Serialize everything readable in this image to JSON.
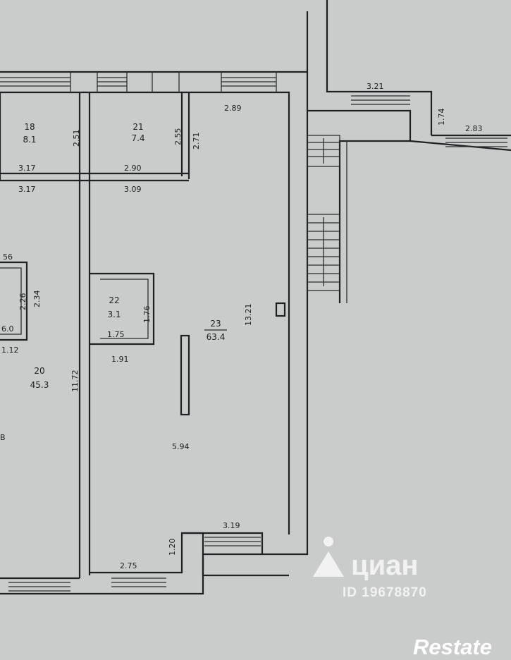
{
  "dimensions": {
    "top_window_right": "2.89",
    "right_top_window": "3.21",
    "right_side_small": "1.74",
    "right_far_window": "2.83",
    "room18_width": "2.51",
    "room21_width_a": "2.55",
    "room21_width_b": "2.71",
    "left_bottom_a": "3.17",
    "left_bottom_b": "3.17",
    "room21_bottom_a": "2.90",
    "room21_bottom_b": "3.09",
    "cut_56": "56",
    "closet_a": "2.26",
    "closet_b": "2.34",
    "closet_c": "6.0",
    "left_small": "1.12",
    "room20_height": "11.72",
    "room22_width": "1.76",
    "room22_bottom": "1.75",
    "room22_below": "1.91",
    "room23_height": "13.21",
    "room23_mid": "5.94",
    "bottom_window": "3.19",
    "bottom_left_window": "2.75",
    "bottom_step": "1.20",
    "left_edge_b": "B"
  },
  "rooms": [
    {
      "number": "18",
      "area": "8.1"
    },
    {
      "number": "21",
      "area": "7.4"
    },
    {
      "number": "20",
      "area": "45.3"
    },
    {
      "number": "22",
      "area": "3.1"
    },
    {
      "number": "23",
      "area": "63.4"
    }
  ],
  "watermark": {
    "brand": "циан",
    "id_text": "ID 19678870"
  },
  "footer_logo": "Restate"
}
